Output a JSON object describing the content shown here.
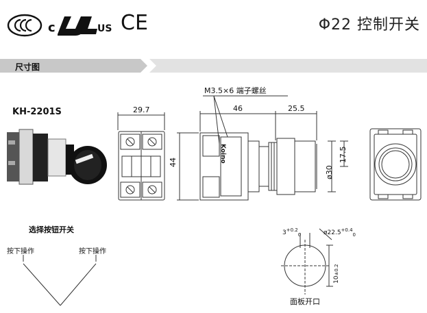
{
  "header": {
    "certifications": [
      "CCC-icon",
      "cULus-icon",
      "CE-icon"
    ],
    "cul_c": "c",
    "cul_us": "US",
    "ce_label": "CE",
    "title": "Φ22 控制开关"
  },
  "section_bar": {
    "label": "尺寸图"
  },
  "product": {
    "model": "KH-2201S"
  },
  "dimensions": {
    "front_width": "29.7",
    "body_length": "46",
    "head_length": "25.5",
    "height": "44",
    "head_diameter": "ø30",
    "offset": "17.5",
    "terminal_note": "M3.5×6 端子螺丝",
    "brand": "Koino"
  },
  "selector": {
    "title": "选择按钮开关",
    "positions": [
      "按下操作",
      "按下操作"
    ]
  },
  "panel_cutout": {
    "label": "面板开口",
    "diameter": "ø22.5",
    "diameter_tol_top": "+0.4",
    "diameter_tol_bottom": "0",
    "key_width": "3",
    "key_tol_top": "+0.2",
    "key_tol_bottom": "0",
    "key_depth": "10",
    "key_depth_tol": "±0.2"
  },
  "colors": {
    "bar": "#c8c8c8",
    "line": "#333333"
  }
}
